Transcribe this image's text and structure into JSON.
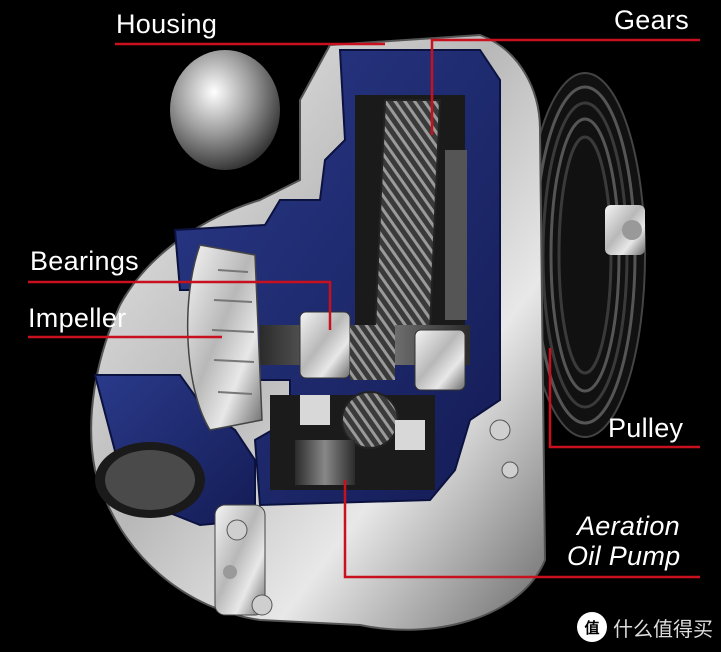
{
  "labels": {
    "housing": "Housing",
    "gears": "Gears",
    "bearings": "Bearings",
    "impeller": "Impeller",
    "pulley": "Pulley",
    "aeration_line1": "Aeration",
    "aeration_line2": "Oil Pump"
  },
  "watermark": {
    "badge_text": "值",
    "text": "什么值得买"
  },
  "colors": {
    "background": "#000000",
    "leader_line": "#c8101e",
    "housing_cut": "#1f2a6e",
    "metal": "#d9d9d9"
  }
}
